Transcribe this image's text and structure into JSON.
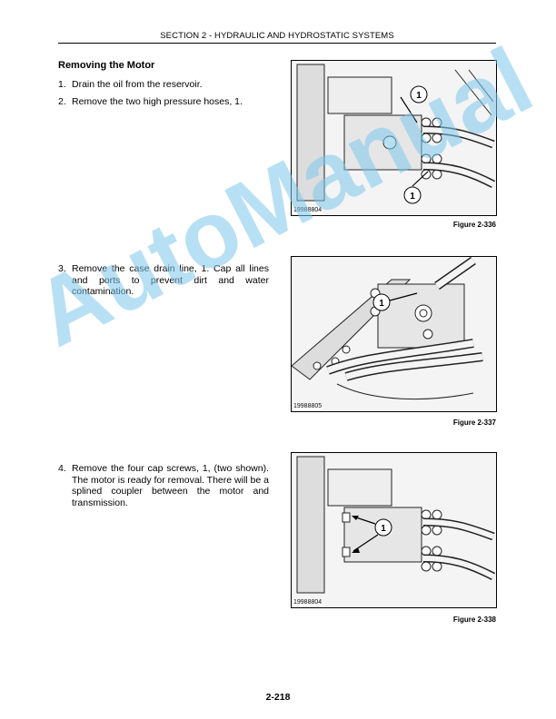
{
  "header": {
    "section_title": "SECTION 2 - HYDRAULIC AND HYDROSTATIC SYSTEMS"
  },
  "content": {
    "title": "Removing the Motor",
    "steps": [
      {
        "num": "1.",
        "text": "Drain the oil from the reservoir."
      },
      {
        "num": "2.",
        "text": "Remove the two high pressure hoses, 1."
      },
      {
        "num": "3.",
        "text": "Remove the case drain line, 1. Cap all lines and ports to prevent dirt and water contamination."
      },
      {
        "num": "4.",
        "text": "Remove the four cap screws, 1, (two shown). The motor is ready for removal. There will be a splined coupler between the motor and transmission."
      }
    ]
  },
  "figures": [
    {
      "code": "19988804",
      "caption": "Figure 2-336",
      "callouts": [
        "1",
        "1"
      ]
    },
    {
      "code": "19988805",
      "caption": "Figure 2-337",
      "callouts": [
        "1"
      ]
    },
    {
      "code": "19988804",
      "caption": "Figure 2-338",
      "callouts": [
        "1"
      ]
    }
  ],
  "watermark": "AutoManual",
  "footer": {
    "page_number": "2-218"
  }
}
